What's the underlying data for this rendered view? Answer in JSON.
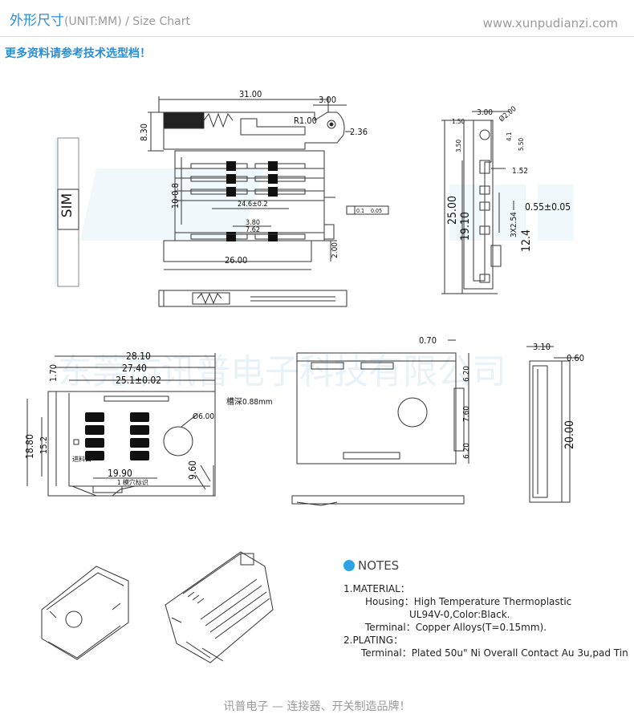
{
  "header": {
    "title": "外形尺寸",
    "title_sub": "(UNIT:MM) / Size Chart",
    "website": "www.xunpudianzi.com",
    "subtitle": "更多资料请参考技术选型档！"
  },
  "watermark": "东莞市讯普电子科技有限公司",
  "views": {
    "top": {
      "d_width": "31.00",
      "d_hinge": "3.00",
      "d_height": "8.30",
      "d_r": "R1.00",
      "d_236": "2.36",
      "d_pitch": "10-0.8",
      "d_246": "24.6±0.2",
      "d_380": "3.80",
      "d_762": "7.62",
      "d_flat": "0.1",
      "d_flat2": "0.05",
      "d_200": "2.00",
      "d_2600": "26.00"
    },
    "side": {
      "d_300": "3.00",
      "d_150": "1.50",
      "d_dia200": "Ø2.00",
      "d_41": "4.1",
      "d_350": "3.50",
      "d_550": "5.50",
      "d_152": "1.52",
      "d_2500": "25.00",
      "d_1910": "19.10",
      "d_055": "0.55±0.05",
      "d_3x254": "3X2.54",
      "d_124": "12.4"
    },
    "card": {
      "label": "SIM"
    },
    "pcb": {
      "d_2810": "28.10",
      "d_2740": "27.40",
      "d_251": "25.1±0.02",
      "d_170": "1.70",
      "d_1880": "18.80",
      "d_152": "15.2",
      "d_groove": "槽深0.88mm",
      "d_dia6": "Ø6.00",
      "d_feed": "进料口",
      "d_1990": "19.90",
      "d_960": "9.60",
      "d_mark": "1 模穴标识"
    },
    "bottom": {
      "d_070": "0.70",
      "d_620a": "6.20",
      "d_760": "7.60",
      "d_620b": "6.20"
    },
    "end": {
      "d_310": "3.10",
      "d_060": "0.60",
      "d_2000": "20.00"
    }
  },
  "notes": {
    "heading": "NOTES",
    "lines": [
      "1.MATERIAL：",
      "Housing：High Temperature Thermoplastic",
      "UL94V-0,Color:Black.",
      "Terminal：Copper Alloys(T=0.15mm).",
      "2.PLATING：",
      "Terminal：Plated 50u\" Ni Overall Contact Au 3u,pad Tin"
    ]
  },
  "footer": "讯普电子 — 连接器、开关制造品牌！",
  "colors": {
    "accent": "#2a8fd6",
    "notes_dot": "#2ba3e6",
    "line": "#333333",
    "watermark": "#dbeef8"
  }
}
